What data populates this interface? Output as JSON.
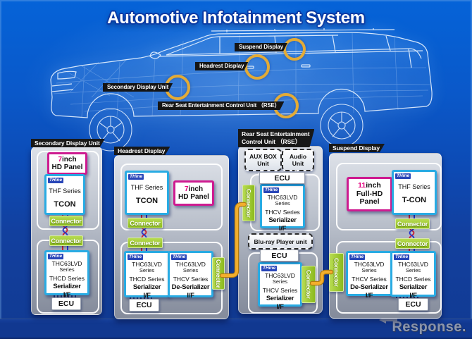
{
  "title": "Automotive Infotainment System",
  "car_callouts": {
    "suspend": "Suspend Display",
    "headrest": "Headrest Display",
    "secondary": "Secondary Display Unit",
    "rse": "Rear Seat Entertainment Control Unit （RSE）"
  },
  "labels": {
    "brand": "THine",
    "connector": "Connector",
    "ecu": "ECU"
  },
  "panels": {
    "secondary": {
      "title": "Secondary Display Unit",
      "display": {
        "size": "7",
        "unit": "inch",
        "name": "HD Panel"
      },
      "tcon": {
        "series": "THF Series",
        "function": "TCON"
      },
      "serializer": {
        "chip": "THC63LVD",
        "chip2": "Series",
        "series": "THCD Series",
        "function": "Serializer",
        "interface": "I/F"
      }
    },
    "headrest": {
      "title": "Headrest Display",
      "display": {
        "size": "7",
        "unit": "inch",
        "name": "HD Panel"
      },
      "tcon": {
        "series": "THF Series",
        "function": "TCON"
      },
      "serializer": {
        "chip": "THC63LVD",
        "chip2": "Series",
        "series": "THCD Series",
        "function": "Serializer",
        "interface": "I/F"
      },
      "deserializer": {
        "chip": "THC63LVD",
        "chip2": "Series",
        "series": "THCV Series",
        "function": "De-Serializer",
        "interface": "I/F"
      }
    },
    "rse": {
      "title_line1": "Rear Seat Entertainment",
      "title_line2": "Control Unit （RSE）",
      "aux_unit": {
        "line1": "AUX BOX",
        "line2": "Unit"
      },
      "audio_unit": {
        "line1": "Audio",
        "line2": "Unit"
      },
      "bluray_unit": "Blu-ray Player unit",
      "serializer_top": {
        "chip": "THC63LVD",
        "chip2": "Series",
        "series": "THCV Series",
        "function": "Serializer",
        "interface": "I/F"
      },
      "serializer_bottom": {
        "chip": "THC63LVD",
        "chip2": "Series",
        "series": "THCV Series",
        "function": "Serializer",
        "interface": "I/F"
      }
    },
    "suspend": {
      "title": "Suspend Display",
      "display": {
        "size": "11",
        "unit": "inch",
        "name": "Full-HD",
        "name2": "Panel"
      },
      "tcon": {
        "series": "THF Series",
        "function": "T-CON"
      },
      "deserializer": {
        "chip": "THC63LVD",
        "chip2": "Series",
        "series": "THCV Series",
        "function": "De-Serializer",
        "interface": "I/F"
      },
      "serializer": {
        "chip": "THC63LVD",
        "chip2": "Series",
        "series": "THCD Series",
        "function": "Serializer",
        "interface": "I/F"
      }
    }
  },
  "footer": {
    "logo": "Response."
  },
  "colors": {
    "background_top": "#0563d8",
    "background_bottom": "#113a92",
    "cable_yellow": "#f3ae2c",
    "chip_border": "#29abe3",
    "connector_green": "#8cba1e",
    "display_border": "#ce1b90",
    "brand_blue": "#2946b8",
    "ring_yellow": "#e3ab36"
  }
}
